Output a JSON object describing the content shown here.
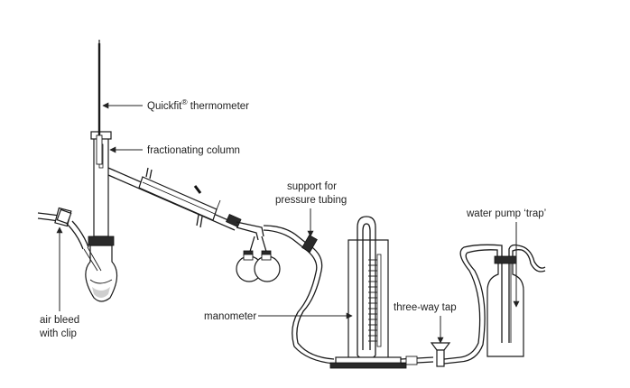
{
  "labels": {
    "thermometer": "Quickfit® thermometer",
    "thermometer_main": "Quickfit",
    "thermometer_mark": "®",
    "thermometer_rest": " thermometer",
    "column": "fractionating column",
    "support_line1": "support for",
    "support_line2": "pressure tubing",
    "trap": "water pump ‘trap’",
    "tap": "three-way tap",
    "manometer": "manometer",
    "air_line1": "air bleed",
    "air_line2": "with clip"
  }
}
